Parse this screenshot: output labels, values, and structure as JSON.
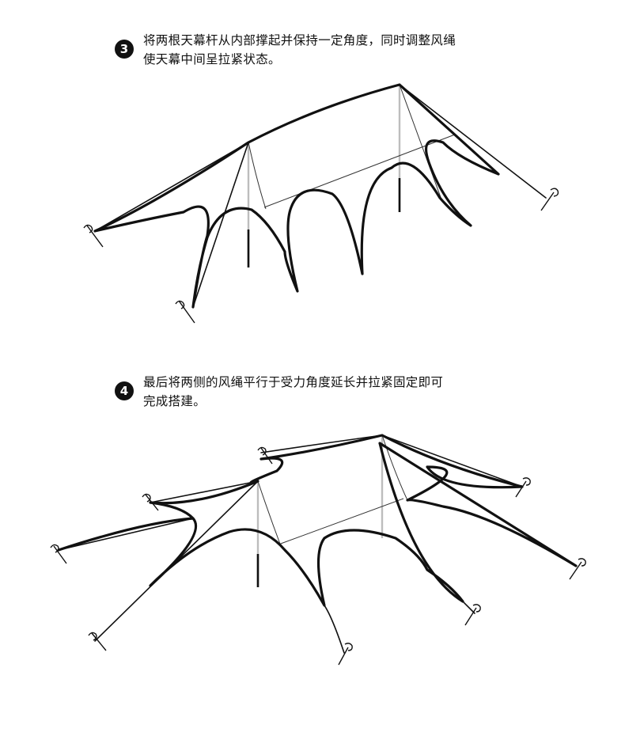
{
  "steps": [
    {
      "number": "3",
      "line1": "将两根天幕杆从内部撑起并保持一定角度，同时调整风绳",
      "line2": "使天幕中间呈拉紧状态。"
    },
    {
      "number": "4",
      "line1": "最后将两侧的风绳平行于受力角度延长并拉紧固定即可",
      "line2": "完成搭建。"
    }
  ],
  "icons": [
    "tent-stake-icon"
  ],
  "colors": {
    "ink": "#111111",
    "pole": "#bdbdbd"
  }
}
